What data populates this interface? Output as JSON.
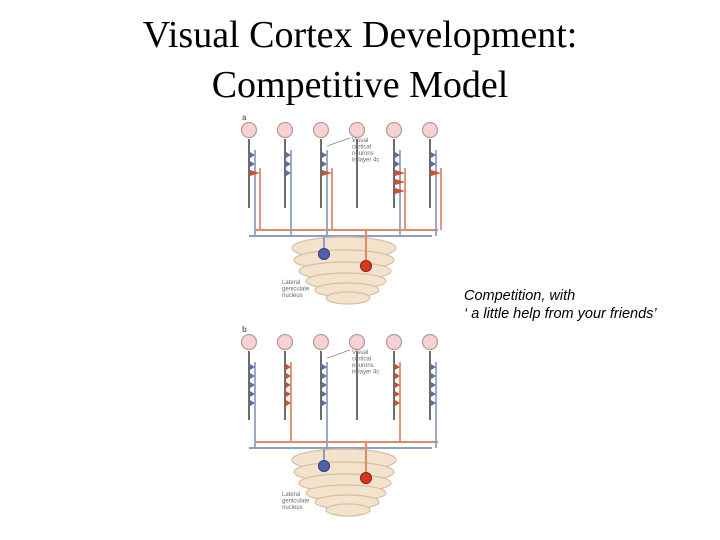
{
  "slide": {
    "title_line1": "Visual Cortex Development:",
    "title_line2": "Competitive Model",
    "caption_line1": "Competition, with",
    "caption_line2": "‘ a little help from your friends’"
  },
  "colors": {
    "blue_axon": "#8ea0c2",
    "red_axon": "#e08a6a",
    "blue_terminal": "#5b6ea6",
    "red_terminal": "#d0502c",
    "neuron_fill": "#f7d2d2",
    "neuron_stroke": "#bb9c9c",
    "lgn_fill": "#f3e2cc",
    "lgn_stroke": "#d8bfa0",
    "cell_blue": "#4f62a8",
    "cell_red": "#d6381f"
  },
  "panel_a": {
    "letter": "a",
    "cortex_label": [
      "Visual",
      "cortical",
      "neurons",
      "in layer 4c"
    ],
    "lgn_label": [
      "Lateral",
      "geniculate",
      "nucleus"
    ],
    "neuron_inputs": [
      {
        "blue": 3,
        "red": 1
      },
      {
        "blue": 3,
        "red": 0
      },
      {
        "blue": 3,
        "red": 1
      },
      {
        "blue": 0,
        "red": 0
      },
      {
        "blue": 2,
        "red": 3
      },
      {
        "blue": 3,
        "red": 1
      }
    ]
  },
  "panel_b": {
    "letter": "b",
    "cortex_label": [
      "Visual",
      "cortical",
      "neurons",
      "in layer 4c"
    ],
    "lgn_label": [
      "Lateral",
      "geniculate",
      "nucleus"
    ],
    "neuron_inputs": [
      {
        "blue": 5,
        "red": 0
      },
      {
        "blue": 0,
        "red": 5
      },
      {
        "blue": 5,
        "red": 0
      },
      {
        "blue": 0,
        "red": 0
      },
      {
        "blue": 0,
        "red": 5
      },
      {
        "blue": 5,
        "red": 0
      }
    ]
  }
}
